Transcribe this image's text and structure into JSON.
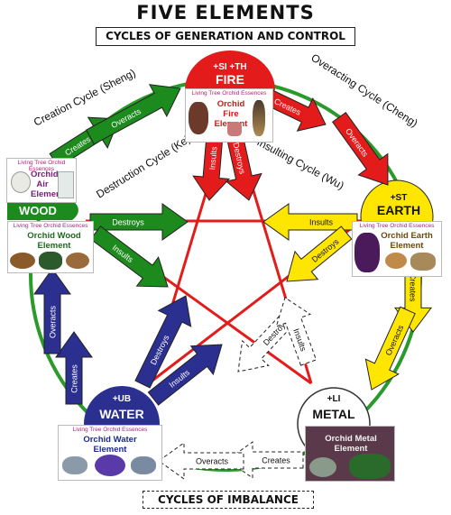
{
  "header": {
    "title": "FIVE ELEMENTS",
    "subtitle": "CYCLES OF GENERATION AND CONTROL",
    "footer": "CYCLES OF IMBALANCE"
  },
  "elements": {
    "fire": {
      "name": "FIRE",
      "organs": "+SI +TH",
      "color": "#e31b1b"
    },
    "earth": {
      "name": "EARTH",
      "organs": "+ST",
      "color": "#ffe600"
    },
    "metal": {
      "name": "METAL",
      "organs": "+LI",
      "color": "#ffffff"
    },
    "water": {
      "name": "WATER",
      "organs": "+UB",
      "color": "#2b2f8f"
    },
    "wood": {
      "name": "WOOD",
      "color": "#1d8a1d"
    }
  },
  "cards": {
    "fire": {
      "brand": "Living Tree Orchid Essences",
      "name": "Orchid Fire Element"
    },
    "air": {
      "brand": "Living Tree Orchid Essences",
      "name": "Orchid Air Element"
    },
    "wood": {
      "brand": "Living Tree Orchid Essences",
      "name": "Orchid Wood Element"
    },
    "earth": {
      "brand": "Living Tree Orchid Essences",
      "name": "Orchid Earth Element"
    },
    "water": {
      "brand": "Living Tree Orchid Essences",
      "name": "Orchid Water Element"
    },
    "metal": {
      "name": "Orchid Metal Element"
    }
  },
  "cycles": {
    "creation": "Creation Cycle (Sheng)",
    "overacting": "Overacting Cycle (Cheng)",
    "destruction": "Destruction Cycle (Ke)",
    "insulting": "Insulting Cycle (Wu)"
  },
  "arrows": {
    "creates": "Creates",
    "overacts": "Overacts",
    "destroys": "Destroys",
    "insults": "Insults"
  }
}
